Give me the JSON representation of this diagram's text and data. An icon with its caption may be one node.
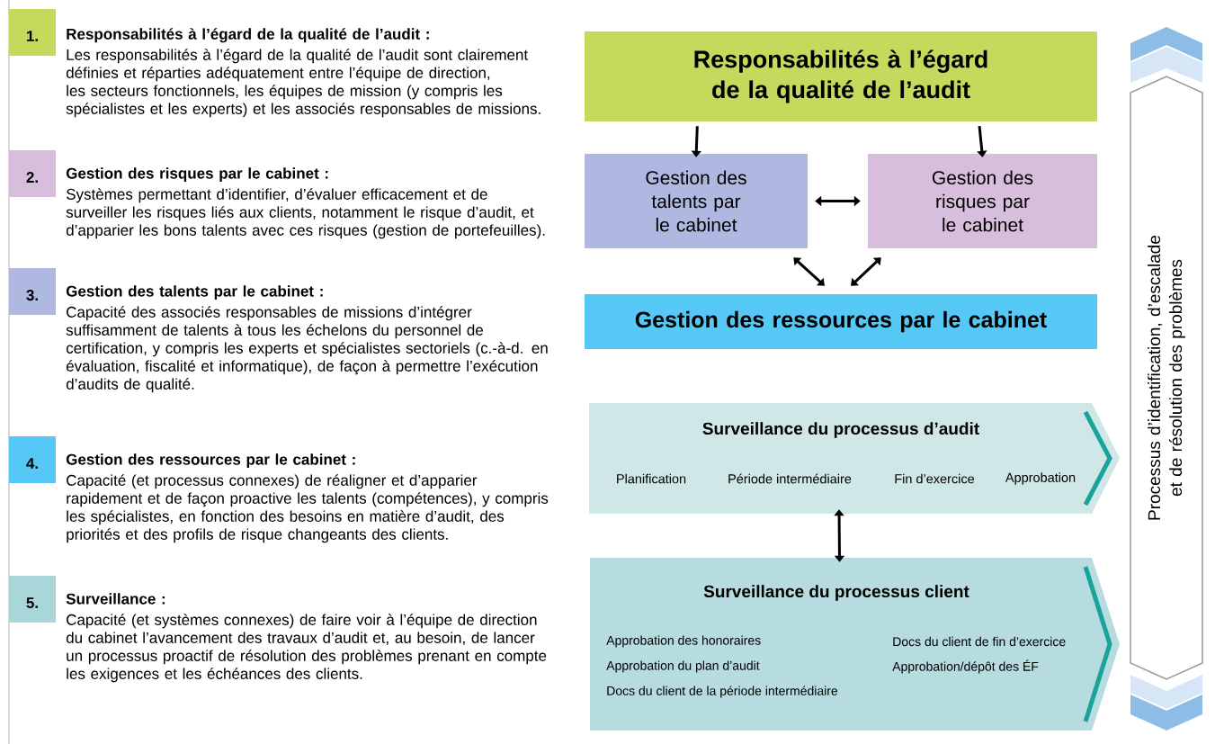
{
  "diagram": {
    "nodes": [
      {
        "text": [
          "1."
        ],
        "beside": [
          "Responsabilités à l’égard de la qualité de l’audit :",
          "Les responsabilités à l’égard de la qualité de l’audit sont clairement définies et réparties adéquatement entre l’équipe de direction, les secteurs fonctionnels, les équipes de mission (y compris les spécialistes et les experts) et les associés responsables de missions."
        ]
      },
      {
        "text": [
          "2."
        ],
        "beside": [
          "Gestion des risques par le cabinet :",
          "Systèmes permettant d’identifier, d’évaluer efficacement et de surveiller les risques liés aux clients, notamment le risque d’audit, et d’apparier les bons talents avec ces risques (gestion de portefeuilles)."
        ]
      },
      {
        "text": [
          "3."
        ],
        "beside": [
          "Gestion des talents par le cabinet :",
          "Capacité des associés responsables de missions d’intégrer suffisamment de talents à tous les échelons du personnel de certification, y compris les experts et spécialistes sectoriels (c.-à-d. en évaluation, fiscalité et informatique), de façon à permettre l’exécution d’audits de qualité."
        ]
      },
      {
        "text": [
          "4."
        ],
        "beside": [
          "Gestion des ressources par le cabinet :",
          "Capacité (et processus connexes) de réaligner et d’apparier rapidement et de façon proactive les talents (compétences), y compris les spécialistes, en fonction des besoins en matière d’audit, des priorités et des profils de risque changeants des clients."
        ]
      },
      {
        "text": [
          "5."
        ],
        "beside": [
          "Surveillance :",
          "Capacité (et systèmes connexes) de faire voir à l’équipe de direction du cabinet l’avancement des travaux d’audit et, au besoin, de lancer un processus proactif de résolution des problèmes prenant en compte les exigences et les échéances des clients."
        ]
      },
      {
        "text": [
          "Responsabilités à l’égard de la qualité de l’audit"
        ]
      },
      {
        "text": [
          "Gestion des talents par le cabinet"
        ]
      },
      {
        "text": [
          "Gestion des risques par le cabinet"
        ]
      },
      {
        "text": [
          "Gestion des ressources par le cabinet"
        ]
      },
      {
        "text": [
          "Surveillance du processus d’audit",
          "Planification",
          "Période intermédiaire",
          "Fin d’exercice",
          "Approbation"
        ]
      },
      {
        "text": [
          "Surveillance du processus client",
          "Approbation des honoraires",
          "Docs du client de fin d’exercice",
          "Approbation du plan d’audit",
          "Approbation/dépôt des ÉF",
          "Docs du client de la période intermédiaire"
        ]
      },
      {
        "text": [
          "Processus d’identification, d’escalade et de résolution des problèmes"
        ]
      }
    ],
    "edges": [
      {
        "from": 5,
        "to": 6,
        "arrow": "to"
      },
      {
        "from": 5,
        "to": 7,
        "arrow": "to"
      },
      {
        "from": 6,
        "to": 7,
        "arrow": "both"
      },
      {
        "from": 6,
        "to": 8,
        "arrow": "both"
      },
      {
        "from": 7,
        "to": 8,
        "arrow": "both"
      },
      {
        "from": 9,
        "to": 10,
        "arrow": "both"
      }
    ]
  }
}
